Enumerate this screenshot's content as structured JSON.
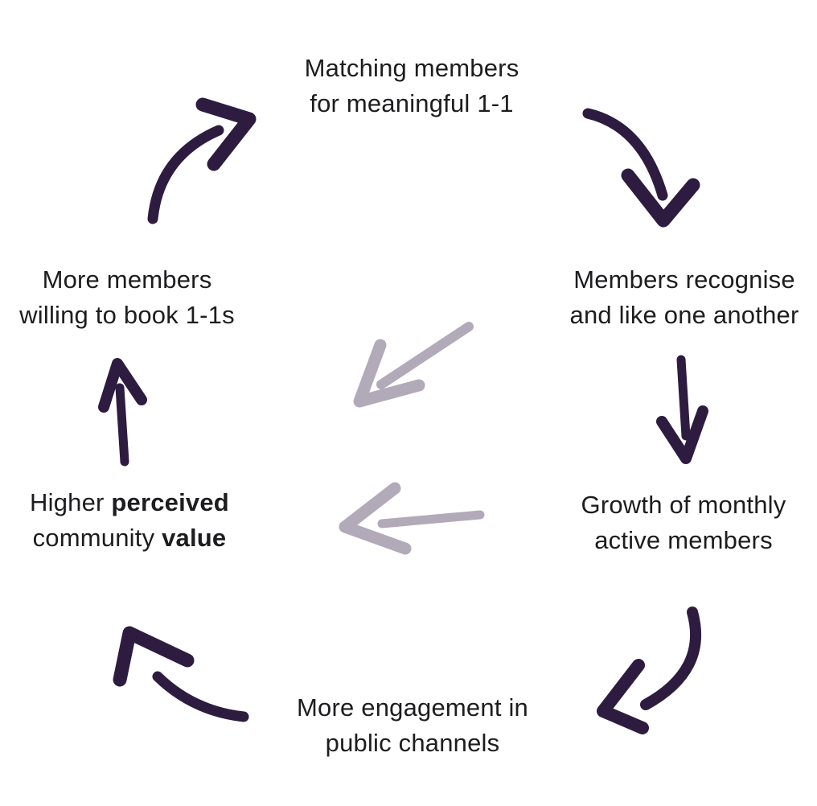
{
  "diagram": {
    "type": "cycle-flywheel",
    "palette": {
      "background": "#ffffff",
      "text": "#1d1d1f",
      "arrow_dark": "#2d1c40",
      "arrow_light": "#b2a9b9"
    },
    "nodes": [
      {
        "id": "matching",
        "lines": [
          "Matching members",
          "for meaningful 1-1"
        ]
      },
      {
        "id": "recognise",
        "lines": [
          "Members recognise",
          "and like one another"
        ]
      },
      {
        "id": "growth",
        "lines": [
          "Growth of monthly",
          "active members"
        ]
      },
      {
        "id": "engagement",
        "lines": [
          "More engagement in",
          "public channels"
        ]
      },
      {
        "id": "value",
        "line1_normal": "Higher ",
        "line1_bold": "perceived",
        "line2_normal": "community ",
        "line2_bold": "value"
      },
      {
        "id": "willing",
        "lines": [
          "More members",
          "willing to book 1-1s"
        ]
      }
    ],
    "arrows": [
      {
        "name": "arrow-matching-to-recognise",
        "style": "dark",
        "direction": "curves down-right"
      },
      {
        "name": "arrow-recognise-to-growth",
        "style": "dark",
        "direction": "straight down"
      },
      {
        "name": "arrow-growth-to-engagement",
        "style": "dark",
        "direction": "curves down-left"
      },
      {
        "name": "arrow-engagement-to-value",
        "style": "dark",
        "direction": "curves up-left"
      },
      {
        "name": "arrow-value-to-willing",
        "style": "dark",
        "direction": "straight up"
      },
      {
        "name": "arrow-willing-to-matching",
        "style": "dark",
        "direction": "curves up-right"
      },
      {
        "name": "arrow-inward-upper",
        "style": "light",
        "direction": "diagonal down-left toward center"
      },
      {
        "name": "arrow-inward-lower",
        "style": "light",
        "direction": "horizontal left toward value"
      }
    ]
  }
}
